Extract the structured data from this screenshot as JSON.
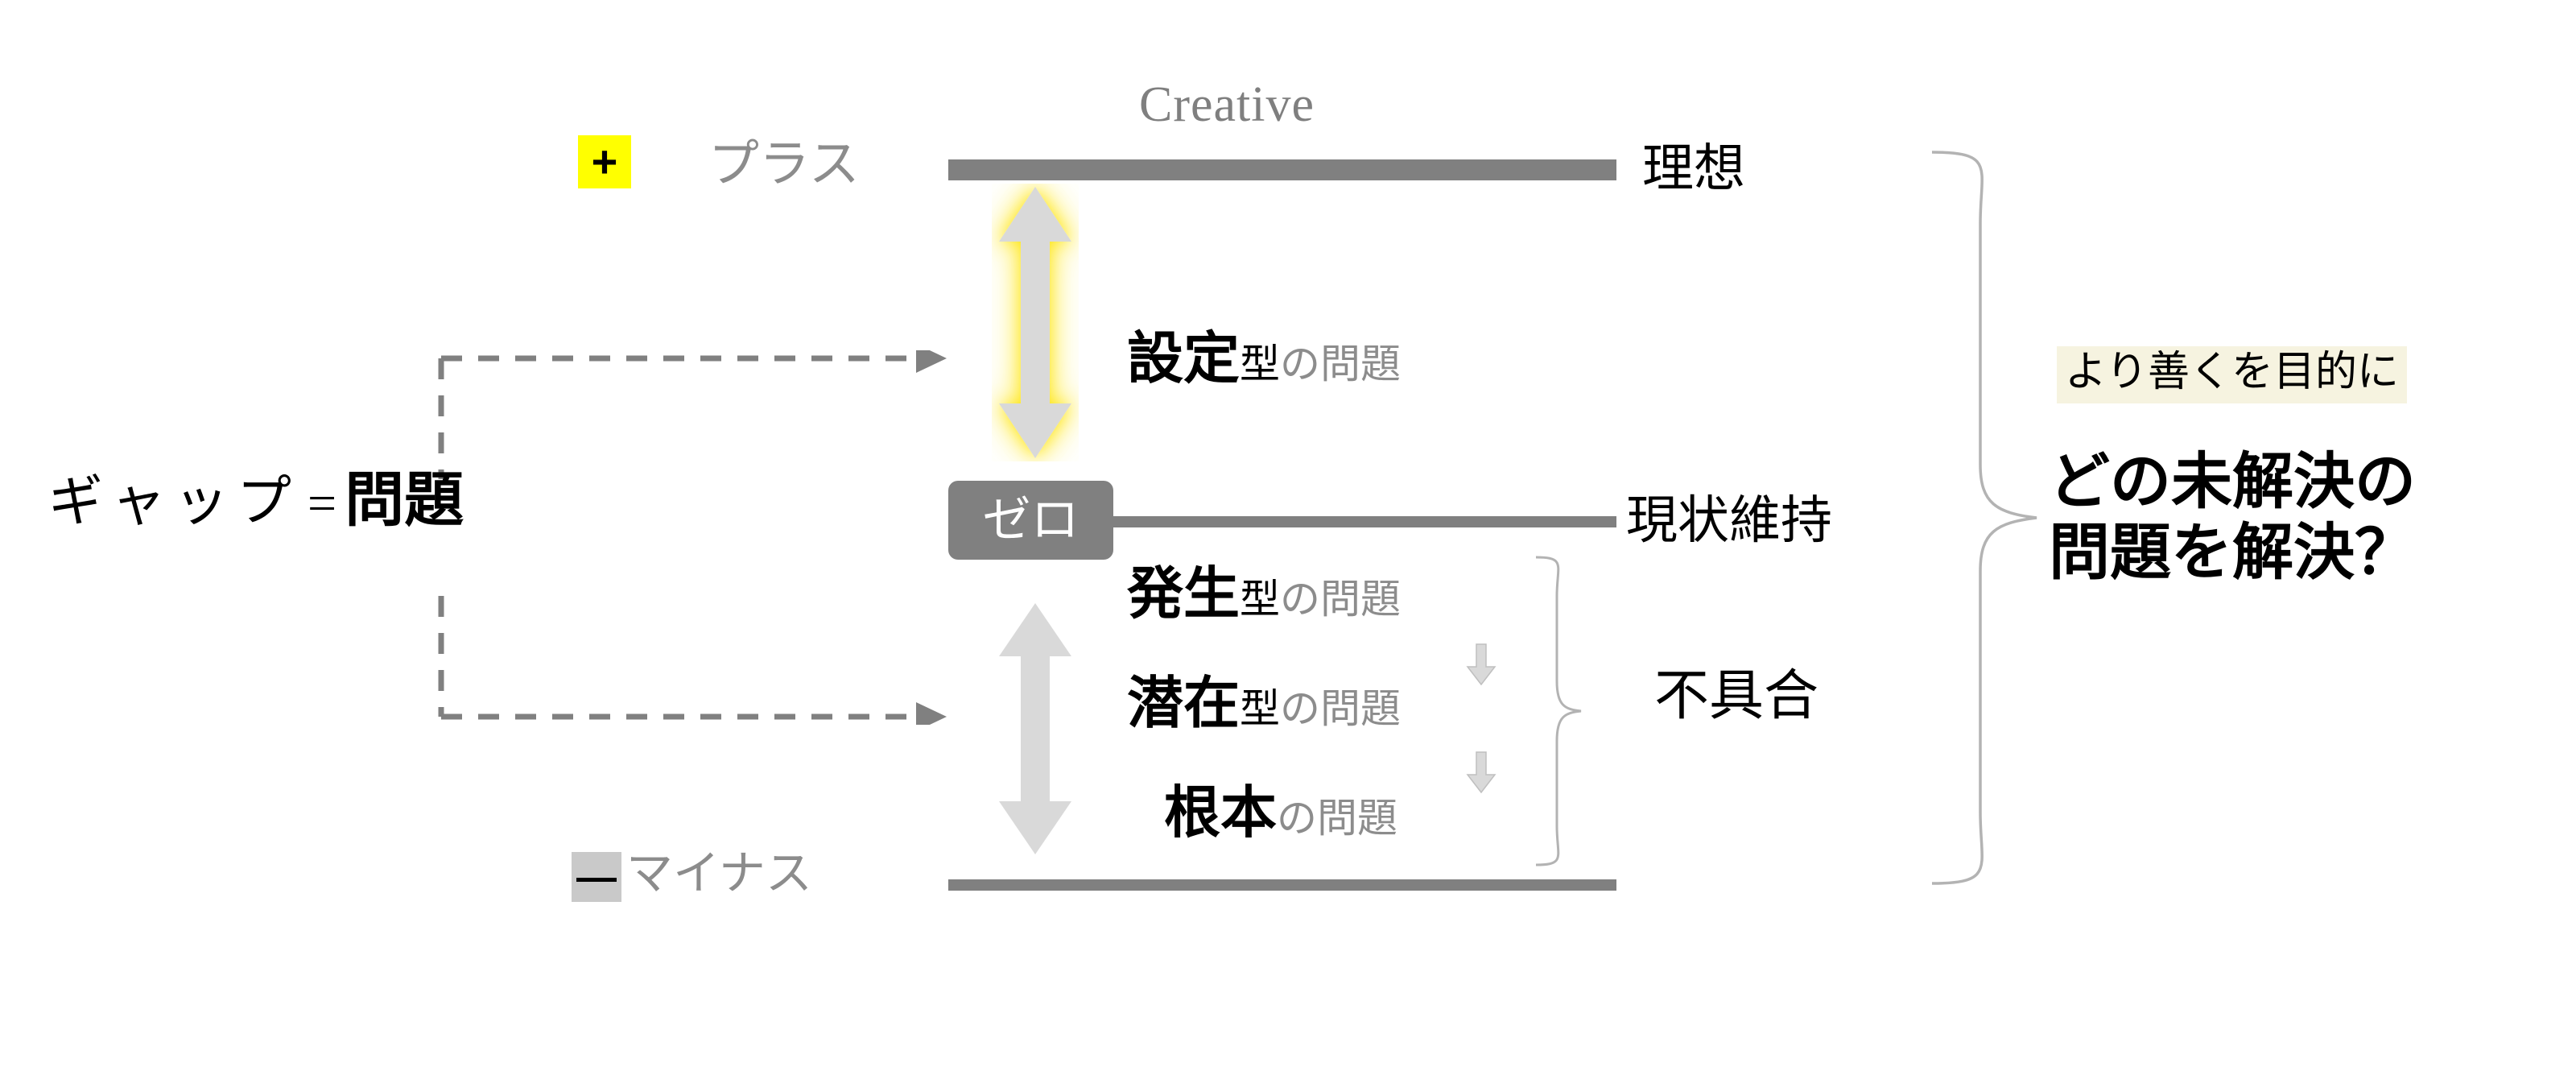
{
  "diagram": {
    "title_caption": "Creative",
    "levels": [
      {
        "marker": "+",
        "marker_word": "プラス",
        "name": "理想",
        "marker_bg": "#ffff00"
      },
      {
        "marker": "0",
        "marker_word": "ゼロ",
        "name": "現状維持",
        "marker_bg": "#808080"
      },
      {
        "marker": "−",
        "marker_word": "マイナス",
        "name": "不具合",
        "marker_bg": "#c9c9c9"
      }
    ],
    "plus": {
      "sign": "+",
      "word": "プラス",
      "level_name": "理想"
    },
    "zero": {
      "badge": "ゼロ",
      "level_name": "現状維持"
    },
    "minus": {
      "sign": "―",
      "word": "マイナス",
      "level_name": "不具合"
    },
    "gap_equation": {
      "katakana": "ギャップ",
      "equals": "=",
      "word": "問題"
    },
    "problem_types": [
      {
        "key": "設定",
        "kata": "型",
        "tail": "の問題",
        "zone": "upper"
      },
      {
        "key": "発生",
        "kata": "型",
        "tail": "の問題",
        "zone": "lower"
      },
      {
        "key": "潜在",
        "kata": "型",
        "tail": "の問題",
        "zone": "lower"
      },
      {
        "key": "根本",
        "kata": "",
        "tail": "の問題",
        "zone": "lower"
      }
    ],
    "conclusion": {
      "tag": "より善くを目的に",
      "question_line1": "どの未解決の",
      "question_line2": "問題を解決？"
    },
    "colors": {
      "line_gray": "#808080",
      "text_gray": "#8c8c8c",
      "arrow_gray": "#d9d9d9",
      "glow_yellow": "#ffe600",
      "highlight_yellow": "#ffff00",
      "tag_cream": "#f6f3e0",
      "brace_gray": "#b3b3b3"
    }
  }
}
